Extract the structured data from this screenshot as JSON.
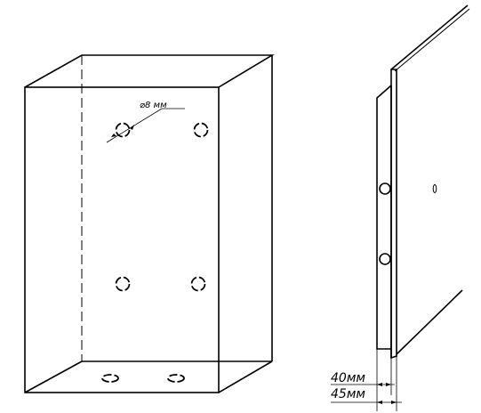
{
  "labels": {
    "hole_diameter": "⌀8 мм",
    "depth_inner": "40мм",
    "depth_outer": "45мм"
  },
  "colors": {
    "ink": "#000000",
    "background": "#ffffff"
  }
}
